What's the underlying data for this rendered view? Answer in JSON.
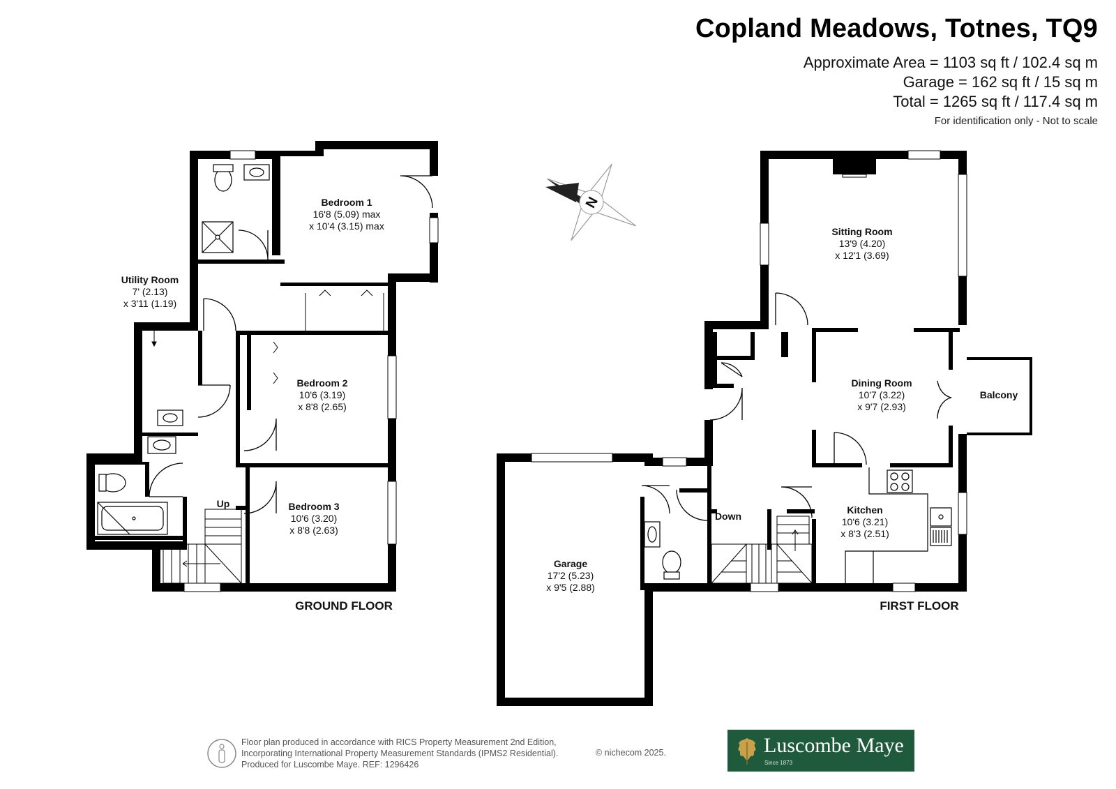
{
  "header": {
    "title": "Copland Meadows, Totnes, TQ9",
    "approx_area": "Approximate Area = 1103 sq ft / 102.4 sq m",
    "garage_area": "Garage = 162 sq ft / 15 sq m",
    "total_area": "Total = 1265 sq ft / 117.4 sq m",
    "identification_note": "For identification only - Not to scale"
  },
  "compass": {
    "north_label": "N"
  },
  "ground_floor": {
    "label": "GROUND FLOOR",
    "stairs_label": "Up",
    "rooms": {
      "bedroom1": {
        "name": "Bedroom 1",
        "dim1": "16'8 (5.09) max",
        "dim2": "x 10'4 (3.15) max"
      },
      "utility": {
        "name": "Utility Room",
        "dim1": "7' (2.13)",
        "dim2": "x 3'11 (1.19)"
      },
      "bedroom2": {
        "name": "Bedroom 2",
        "dim1": "10'6 (3.19)",
        "dim2": "x 8'8 (2.65)"
      },
      "bedroom3": {
        "name": "Bedroom 3",
        "dim1": "10'6 (3.20)",
        "dim2": "x 8'8 (2.63)"
      }
    }
  },
  "first_floor": {
    "label": "FIRST FLOOR",
    "stairs_label": "Down",
    "rooms": {
      "sitting": {
        "name": "Sitting Room",
        "dim1": "13'9 (4.20)",
        "dim2": "x 12'1 (3.69)"
      },
      "dining": {
        "name": "Dining Room",
        "dim1": "10'7 (3.22)",
        "dim2": "x 9'7 (2.93)"
      },
      "balcony": {
        "name": "Balcony"
      },
      "kitchen": {
        "name": "Kitchen",
        "dim1": "10'6 (3.21)",
        "dim2": "x 8'3 (2.51)"
      },
      "garage": {
        "name": "Garage",
        "dim1": "17'2 (5.23)",
        "dim2": "x 9'5 (2.88)"
      }
    }
  },
  "footer": {
    "line1": "Floor plan produced in accordance with RICS Property Measurement 2nd Edition,",
    "line2": "Incorporating International Property Measurement Standards (IPMS2 Residential).",
    "line3": "Produced for Luscombe Maye.   REF: 1296426",
    "copyright": "© nichecom 2025."
  },
  "agent_logo": {
    "name": "Luscombe Maye",
    "since": "Since 1873"
  },
  "colors": {
    "wall": "#000000",
    "logo_green": "#1f5a3d",
    "fixture": "#555555"
  }
}
